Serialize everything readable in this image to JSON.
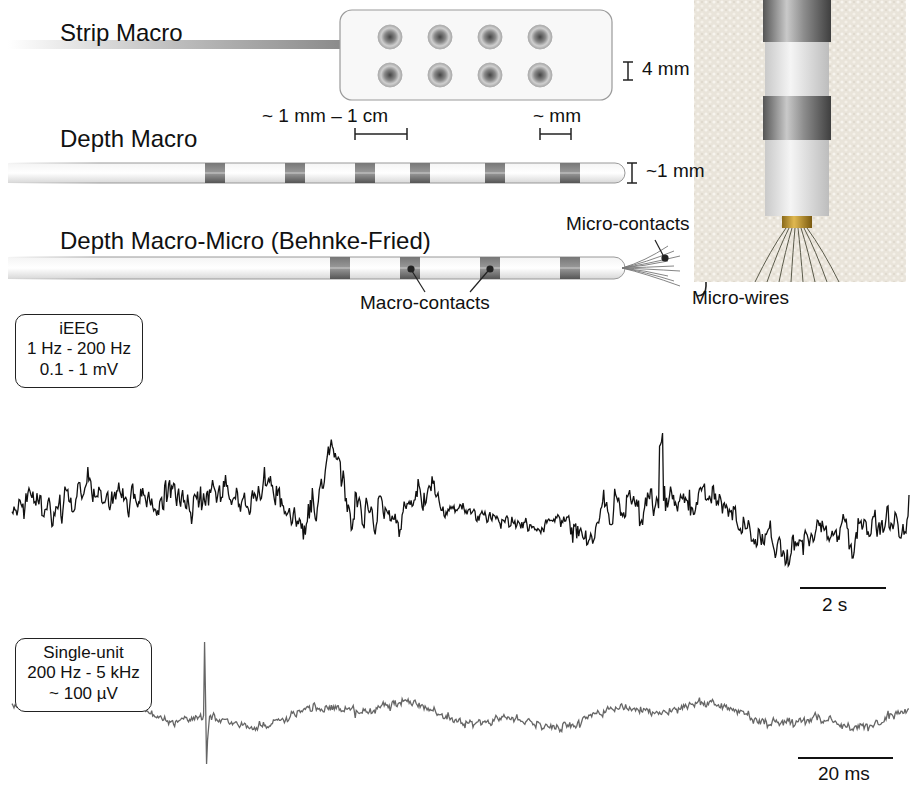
{
  "diagram": {
    "nodes": [
      {
        "text": [
          "iEEG",
          "1 Hz - 200 Hz",
          "0.1 - 1 mV"
        ]
      },
      {
        "text": [
          "Single-unit",
          "200 Hz - 5 kHz",
          "~ 100 µV"
        ]
      }
    ],
    "labels": [
      "Strip Macro",
      "4 mm",
      "Depth Macro",
      "~ 1 mm – 1 cm",
      "~ mm",
      "~1 mm",
      "Depth Macro-Micro (Behnke-Fried)",
      "Micro-contacts",
      "Macro-contacts",
      "Micro-wires",
      "2 s",
      "20 ms"
    ]
  }
}
